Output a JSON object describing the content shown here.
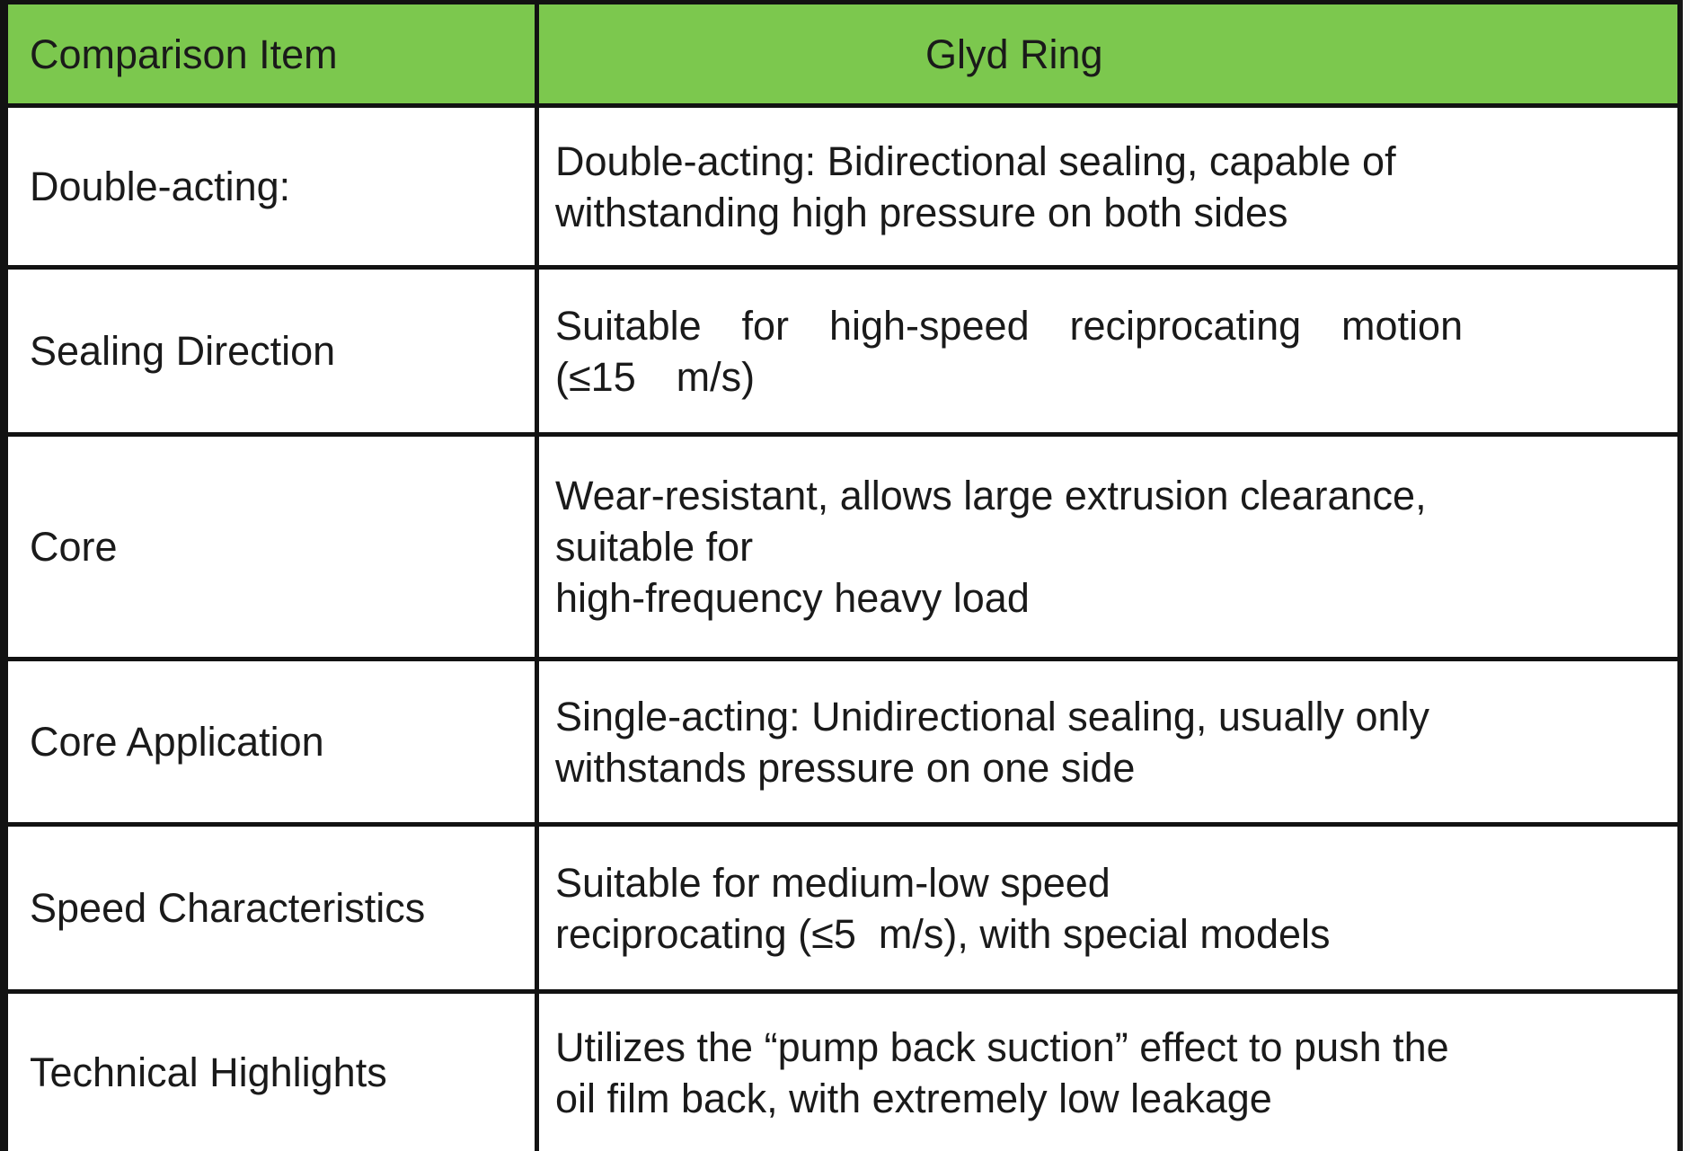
{
  "table": {
    "header": {
      "col1": "Comparison Item",
      "col2": "Glyd Ring"
    },
    "rows": [
      {
        "item": "Double-acting:",
        "description": "Double-acting: Bidirectional sealing, capable of\nwithstanding high pressure on both sides"
      },
      {
        "item": "Sealing Direction",
        "description": "Suitable for high-speed reciprocating motion\n(≤15 m/s)"
      },
      {
        "item": "Core",
        "description": "Wear-resistant, allows large extrusion clearance,\nsuitable for\nhigh-frequency heavy load"
      },
      {
        "item": "Core Application",
        "description": "Single-acting: Unidirectional sealing, usually only\nwithstands pressure on one side"
      },
      {
        "item": "Speed Characteristics",
        "description": "Suitable for medium-low speed\nreciprocating (≤5  m/s), with special models"
      },
      {
        "item": "Technical Highlights",
        "description": "Utilizes the “pump back suction” effect to push the\noil film back, with extremely low leakage"
      }
    ],
    "colors": {
      "header_bg": "#7cc84e",
      "border": "#121212",
      "cell_bg": "#ffffff"
    }
  }
}
